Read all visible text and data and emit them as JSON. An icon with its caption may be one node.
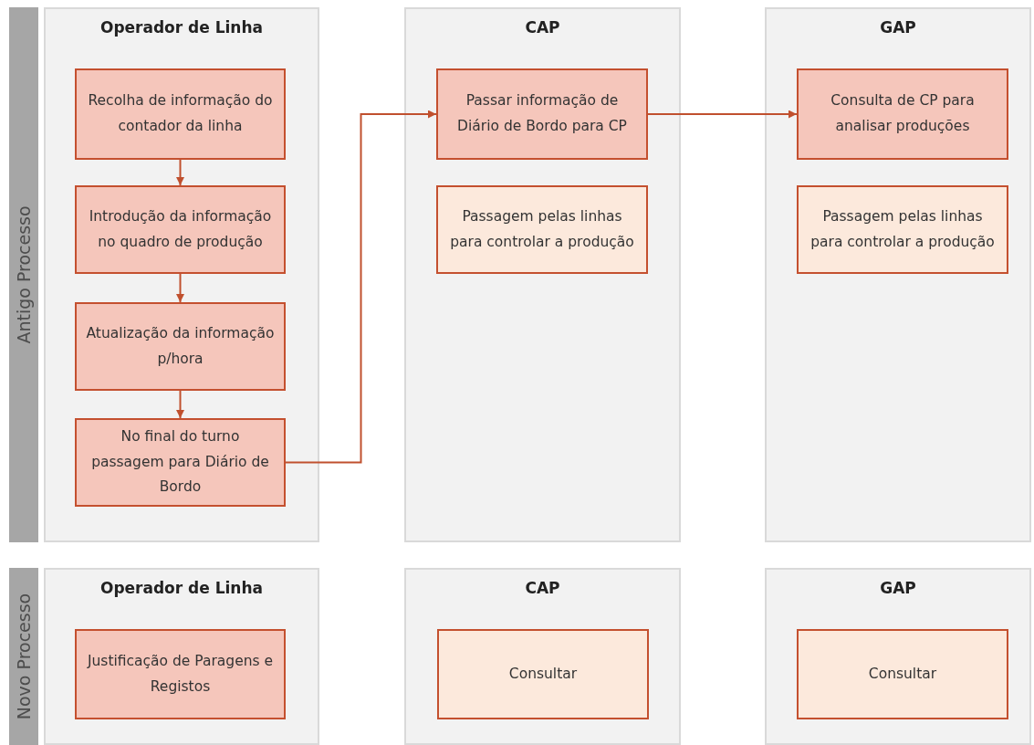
{
  "diagram": {
    "nodes": [
      {
        "text": [
          "Antigo Processo"
        ]
      },
      {
        "text": [
          "Operador de Linha"
        ]
      },
      {
        "text": [
          "Recolha de informação do contador da linha"
        ],
        "in": 1
      },
      {
        "text": [
          "Introdução da informação no quadro de produção"
        ],
        "in": 1
      },
      {
        "text": [
          "Atualização da informação p/hora"
        ],
        "in": 1
      },
      {
        "text": [
          "No final do turno passagem para Diário de Bordo"
        ],
        "in": 1
      },
      {
        "text": [
          "CAP"
        ]
      },
      {
        "text": [
          "Passar informação de Diário de Bordo para CP"
        ],
        "in": 6
      },
      {
        "text": [
          "Passagem pelas linhas para controlar a produção"
        ],
        "in": 6
      },
      {
        "text": [
          "GAP"
        ]
      },
      {
        "text": [
          "Consulta de CP para analisar produções"
        ],
        "in": 9
      },
      {
        "text": [
          "Passagem pelas linhas para controlar a produção"
        ],
        "in": 9
      },
      {
        "text": [
          "Novo Processo"
        ]
      },
      {
        "text": [
          "Operador de Linha"
        ]
      },
      {
        "text": [
          "Justificação de Paragens e Registos"
        ],
        "in": 13
      },
      {
        "text": [
          "CAP"
        ]
      },
      {
        "text": [
          "Consultar"
        ],
        "in": 15
      },
      {
        "text": [
          "GAP"
        ]
      },
      {
        "text": [
          "Consultar"
        ],
        "in": 17
      }
    ],
    "edges": [
      {
        "from": 2,
        "to": 3,
        "arrow": "to"
      },
      {
        "from": 3,
        "to": 4,
        "arrow": "to"
      },
      {
        "from": 4,
        "to": 5,
        "arrow": "to"
      },
      {
        "from": 5,
        "to": 7,
        "arrow": "to"
      },
      {
        "from": 7,
        "to": 10,
        "arrow": "to"
      }
    ]
  }
}
